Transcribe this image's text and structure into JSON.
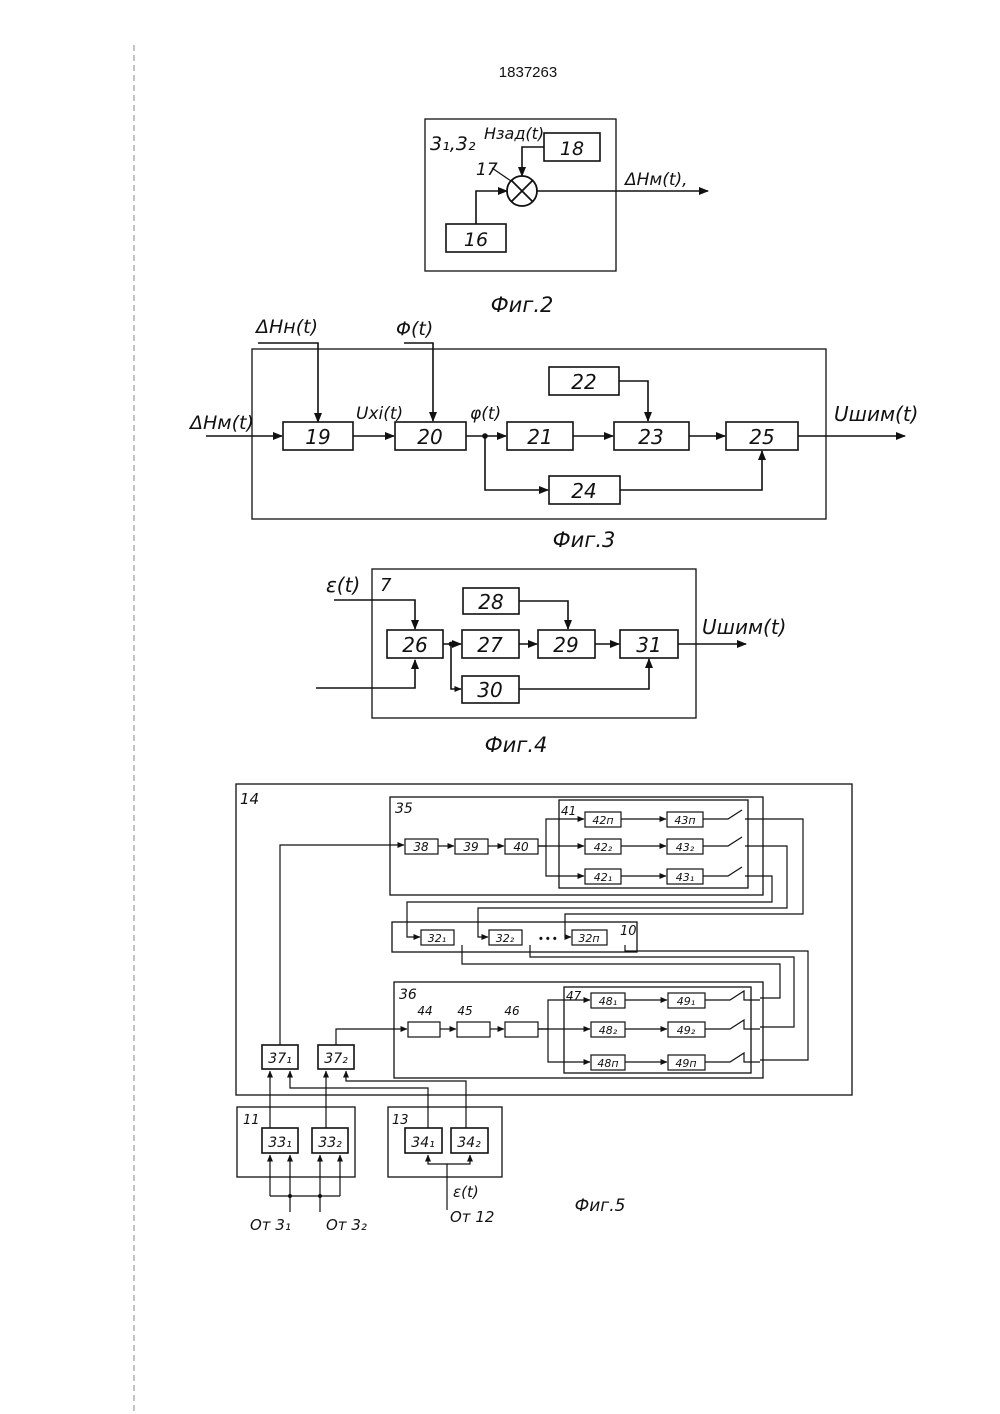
{
  "doc": {
    "patent_number": "1837263"
  },
  "fig2": {
    "caption": "Фиг.2",
    "frame_label": "3₁,3₂",
    "input_label": "Hзад(t)",
    "output_label": "ΔHм(t),",
    "node_label": "17",
    "blocks": [
      "18",
      "16"
    ]
  },
  "fig3": {
    "caption": "Фиг.3",
    "input_top_left": "ΔHн(t)",
    "input_top_right": "Φ(t)",
    "input_left": "ΔHм(t)",
    "signal_ux": "Uxi(t)",
    "signal_phi": "φ(t)",
    "output": "Uшим(t)",
    "blocks": [
      "19",
      "20",
      "21",
      "22",
      "23",
      "24",
      "25"
    ]
  },
  "fig4": {
    "caption": "Фиг.4",
    "frame_label": "7",
    "input": "ε(t)",
    "output": "Uшим(t)",
    "blocks": [
      "26",
      "27",
      "28",
      "29",
      "30",
      "31"
    ]
  },
  "fig5": {
    "caption": "Фиг.5",
    "outer_label": "14",
    "top_group_label": "35",
    "bottom_group_label": "36",
    "sub_group_top": "41",
    "sub_group_bottom": "47",
    "middle_label": "10",
    "blocks_top_chain": [
      "38",
      "39",
      "40"
    ],
    "blocks_42": [
      "42п",
      "42₂",
      "42₁"
    ],
    "blocks_43": [
      "43п",
      "43₂",
      "43₁"
    ],
    "blocks_32": [
      "32₁",
      "32₂",
      "32п"
    ],
    "blocks_bottom_chain": [
      "44",
      "45",
      "46"
    ],
    "blocks_48": [
      "48₁",
      "48₂",
      "48п"
    ],
    "blocks_49": [
      "49₁",
      "49₂",
      "49п"
    ],
    "blocks_37": [
      "37₁",
      "37₂"
    ],
    "group11_label": "11",
    "group13_label": "13",
    "blocks_33": [
      "33₁",
      "33₂"
    ],
    "blocks_34": [
      "34₁",
      "34₂"
    ],
    "input_eps": "ε(t)",
    "from_12": "От 12",
    "from_31": "От 3₁",
    "from_32": "От 3₂",
    "dots": "• • •"
  }
}
